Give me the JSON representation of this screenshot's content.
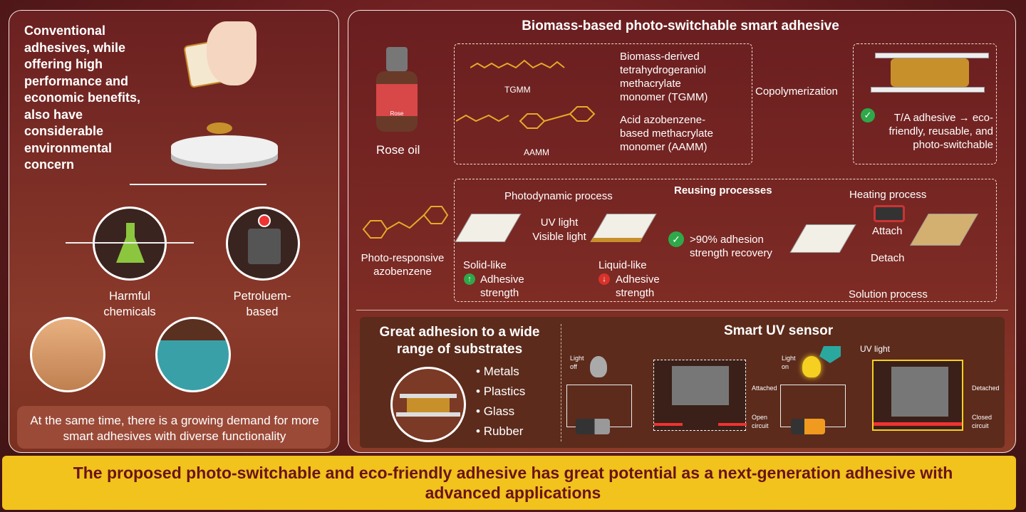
{
  "left": {
    "intro": "Conventional adhesives, while offering high performance and economic benefits, also have considerable environmental concern",
    "harmful": "Harmful chemicals",
    "petroleum": "Petroluem-based",
    "demand": "At the same time, there is a growing demand for more smart adhesives with diverse functionality"
  },
  "right": {
    "title": "Biomass-based photo-switchable smart adhesive",
    "rose_oil": "Rose oil",
    "rose_label": "Rose",
    "tgmm": "TGMM",
    "aamm": "AAMM",
    "tgmm_desc": "Biomass-derived tetrahydrogeraniol methacrylate monomer (TGMM)",
    "aamm_desc": "Acid azobenzene-based methacrylate monomer (AAMM)",
    "copolymerization": "Copolymerization",
    "ta_adhesive": "T/A adhesive → eco-friendly, reusable, and photo-switchable",
    "azobenzene": "Photo-responsive azobenzene",
    "reusing_title": "Reusing processes",
    "photodynamic": "Photodynamic process",
    "uv_light": "UV light",
    "visible_light": "Visible light",
    "solid_like": "Solid-like",
    "liquid_like": "Liquid-like",
    "adhesive_strength": "Adhesive strength",
    "recovery": ">90% adhesion strength recovery",
    "heating": "Heating process",
    "attach": "Attach",
    "detach": "Detach",
    "solution": "Solution process"
  },
  "substrates": {
    "title": "Great adhesion to a wide range of substrates",
    "items": [
      "Metals",
      "Plastics",
      "Glass",
      "Rubber"
    ]
  },
  "sensor": {
    "title": "Smart UV sensor",
    "light_off": "Light off",
    "light_on": "Light on",
    "uv_light": "UV light",
    "attached": "Attached",
    "open_circuit": "Open circuit",
    "detached": "Detached",
    "closed_circuit": "Closed circuit"
  },
  "banner": "The proposed photo-switchable and eco-friendly adhesive has great potential as a next-generation adhesive with advanced applications",
  "colors": {
    "banner": "#f2c21d",
    "banner_text": "#6a1414",
    "molecule": "#e8a92a",
    "check": "#2fa84a",
    "down": "#d9322b"
  }
}
